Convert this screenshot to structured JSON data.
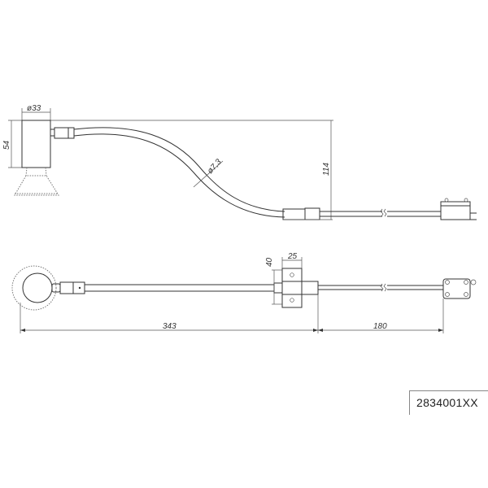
{
  "drawing": {
    "type": "technical drawing",
    "subject": "flexible gooseneck spot lamp with cable and connector",
    "views": [
      "side view",
      "top view"
    ],
    "dimensions": {
      "head_diameter": "ø33",
      "head_height": "54",
      "gooseneck_diameter": "ø7,3",
      "total_height": "114",
      "mount_width": "25",
      "mount_height": "40",
      "arm_length": "343",
      "cable_length": "180"
    },
    "part_number": "2834001XX",
    "line_color": "#333333"
  }
}
